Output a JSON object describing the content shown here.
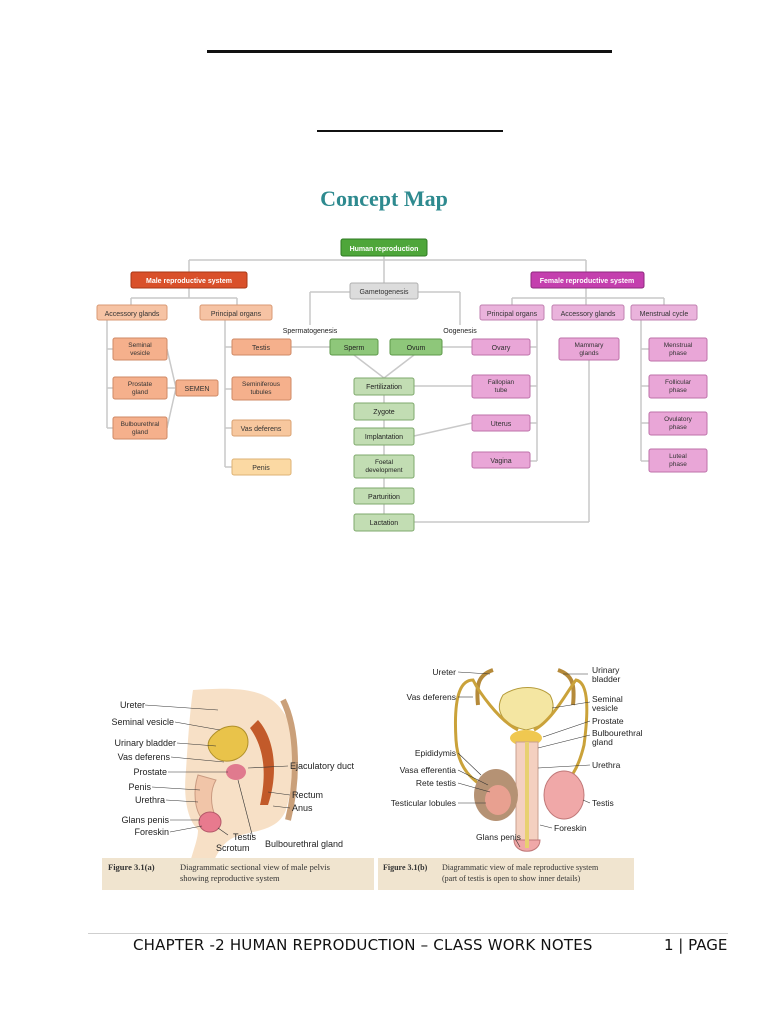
{
  "page": {
    "title": "Concept Map",
    "footer_left": "CHAPTER -2 HUMAN REPRODUCTION – CLASS WORK NOTES",
    "footer_right": "1 | PAGE"
  },
  "colors": {
    "title": "#2e8a8f",
    "green": "#8ec77a",
    "red": "#d9502a",
    "salmon": "#f5b08c",
    "magenta": "#c43fae",
    "pink": "#e9a6d7",
    "grey": "#d7d7d7"
  },
  "concept_map": {
    "root": "Human reproduction",
    "male": "Male reproductive system",
    "female": "Female reproductive system",
    "gametogenesis": "Gametogenesis",
    "spermatogenesis": "Spermatogenesis",
    "oogenesis": "Oogenesis",
    "male_accessory": "Accessory glands",
    "male_principal": "Principal organs",
    "seminal_vesicle": "Seminal vesicle",
    "prostate": "Prostate gland",
    "bulbourethral": "Bulbourethral gland",
    "semen": "SEMEN",
    "testis": "Testis",
    "seminiferous": "Seminiferous tubules",
    "vas_deferens": "Vas deferens",
    "penis": "Penis",
    "sperm": "Sperm",
    "ovum": "Ovum",
    "fertilization": "Fertilization",
    "zygote": "Zygote",
    "implantation": "Implantation",
    "foetal": "Foetal development",
    "parturition": "Parturition",
    "lactation": "Lactation",
    "female_principal": "Principal organs",
    "female_accessory": "Accessory glands",
    "menstrual": "Menstrual cycle",
    "ovary": "Ovary",
    "fallopian": "Fallopian tube",
    "uterus": "Uterus",
    "vagina": "Vagina",
    "mammary": "Mammary glands",
    "menstrual_phase": "Menstrual phase",
    "follicular": "Follicular phase",
    "ovulatory": "Ovulatory phase",
    "luteal": "Luteal phase"
  },
  "figure_a": {
    "labels": {
      "ureter": "Ureter",
      "seminal_vesicle": "Seminal vesicle",
      "urinary_bladder": "Urinary bladder",
      "vas_deferens": "Vas deferens",
      "prostate": "Prostate",
      "penis": "Penis",
      "urethra": "Urethra",
      "glans_penis": "Glans penis",
      "foreskin": "Foreskin",
      "testis": "Testis",
      "scrotum": "Scrotum",
      "bulbourethral_gland": "Bulbourethral gland",
      "anus": "Anus",
      "rectum": "Rectum",
      "ejaculatory_duct": "Ejaculatory duct"
    },
    "caption_label": "Figure 3.1(a)",
    "caption_text": "Diagrammatic sectional view of male pelvis showing reproductive system"
  },
  "figure_b": {
    "labels": {
      "ureter": "Ureter",
      "urinary_bladder": "Urinary bladder",
      "vas_deferens": "Vas deferens",
      "seminal_vesicle": "Seminal vesicle",
      "prostate": "Prostate",
      "bulbourethral_gland": "Bulbourethral gland",
      "epididymis": "Epididymis",
      "vasa_efferentia": "Vasa efferentia",
      "rete_testis": "Rete testis",
      "testicular_lobules": "Testicular lobules",
      "urethra": "Urethra",
      "testis": "Testis",
      "foreskin": "Foreskin",
      "glans_penis": "Glans penis"
    },
    "caption_label": "Figure 3.1(b)",
    "caption_text": "Diagrammatic view of male reproductive system (part of testis is open to show inner details)"
  }
}
